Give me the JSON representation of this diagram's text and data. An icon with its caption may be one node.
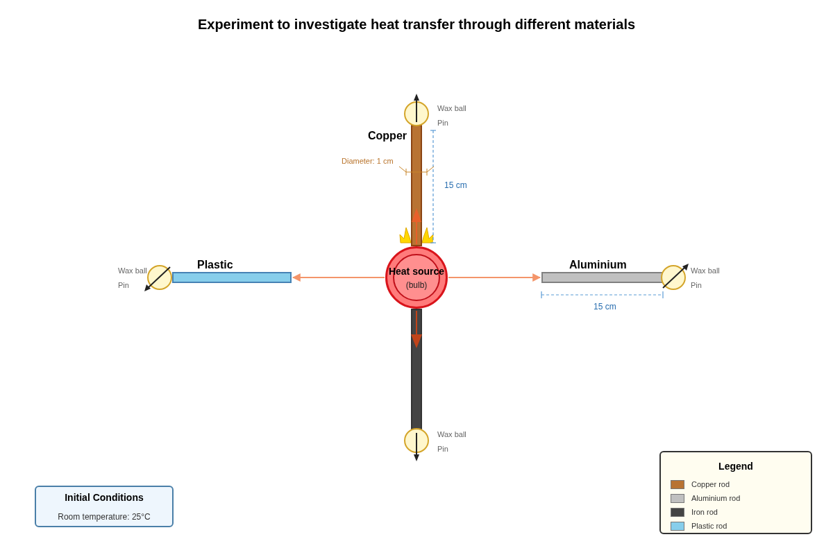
{
  "diagram": {
    "title": "Experiment to investigate heat transfer through different materials",
    "nodes": [
      {
        "text": [],
        "shape": "circle",
        "beside": [
          "Wax ball",
          "Pin"
        ]
      },
      {
        "text": [
          "Copper"
        ]
      },
      {
        "text": [],
        "shape": "circle",
        "beside": [
          "Wax ball",
          "Pin"
        ]
      },
      {
        "text": [
          "Plastic"
        ]
      },
      {
        "text": [
          "Heat source",
          "(bulb)"
        ]
      },
      {
        "text": [
          "Aluminium"
        ]
      },
      {
        "text": [],
        "shape": "circle",
        "beside": [
          "Wax ball",
          "Pin"
        ]
      },
      {
        "text": [],
        "shape": "bar"
      },
      {
        "text": [],
        "shape": "circle",
        "beside": [
          "Wax ball",
          "Pin"
        ]
      },
      {
        "text": [
          "Initial Conditions",
          "Room temperature: 25°C"
        ]
      }
    ],
    "edges": [
      {
        "from": 4,
        "to": 3,
        "arrow": "to"
      },
      {
        "from": 4,
        "to": 5,
        "arrow": "to"
      }
    ],
    "labels": [
      "Diameter: 1 cm",
      "15 cm",
      "15 cm",
      "Legend"
    ],
    "legend": [
      {
        "text": "Copper rod",
        "color": "#b87333"
      },
      {
        "text": "Aluminium rod",
        "color": "#c0c0c0"
      },
      {
        "text": "Iron rod",
        "color": "#444444"
      },
      {
        "text": "Plastic rod",
        "color": "#87ceeb"
      }
    ]
  }
}
